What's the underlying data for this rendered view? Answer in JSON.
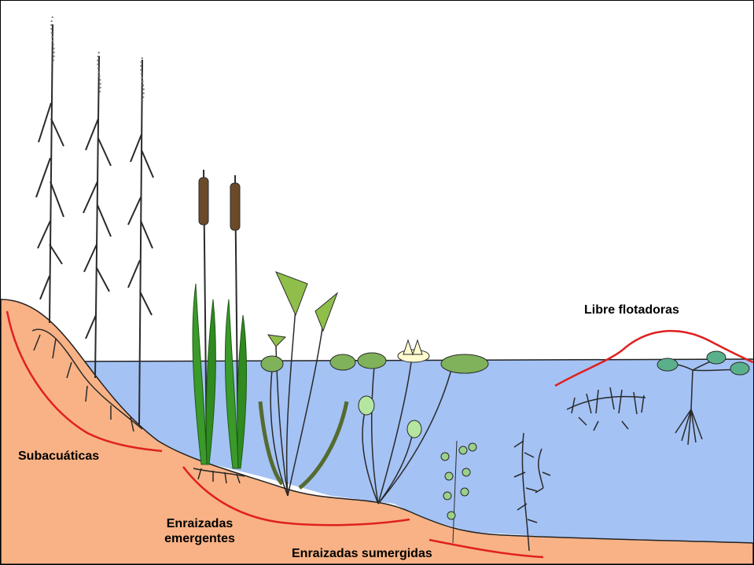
{
  "labels": {
    "subacuaticas": "Subacuáticas",
    "enraizadas_emergentes_line1": "Enraizadas",
    "enraizadas_emergentes_line2": "emergentes",
    "enraizadas_sumergidas": "Enraizadas sumergidas",
    "libre_flotadoras": "Libre flotadoras"
  },
  "colors": {
    "water": "#a4c2f4",
    "soil": "#f8b285",
    "zone_line": "#e02020",
    "plant_dark": "#2a2a2a",
    "reed_green": "#3a9a2a",
    "leaf_green": "#8fbf4a",
    "pad_green": "#7fb25a"
  }
}
